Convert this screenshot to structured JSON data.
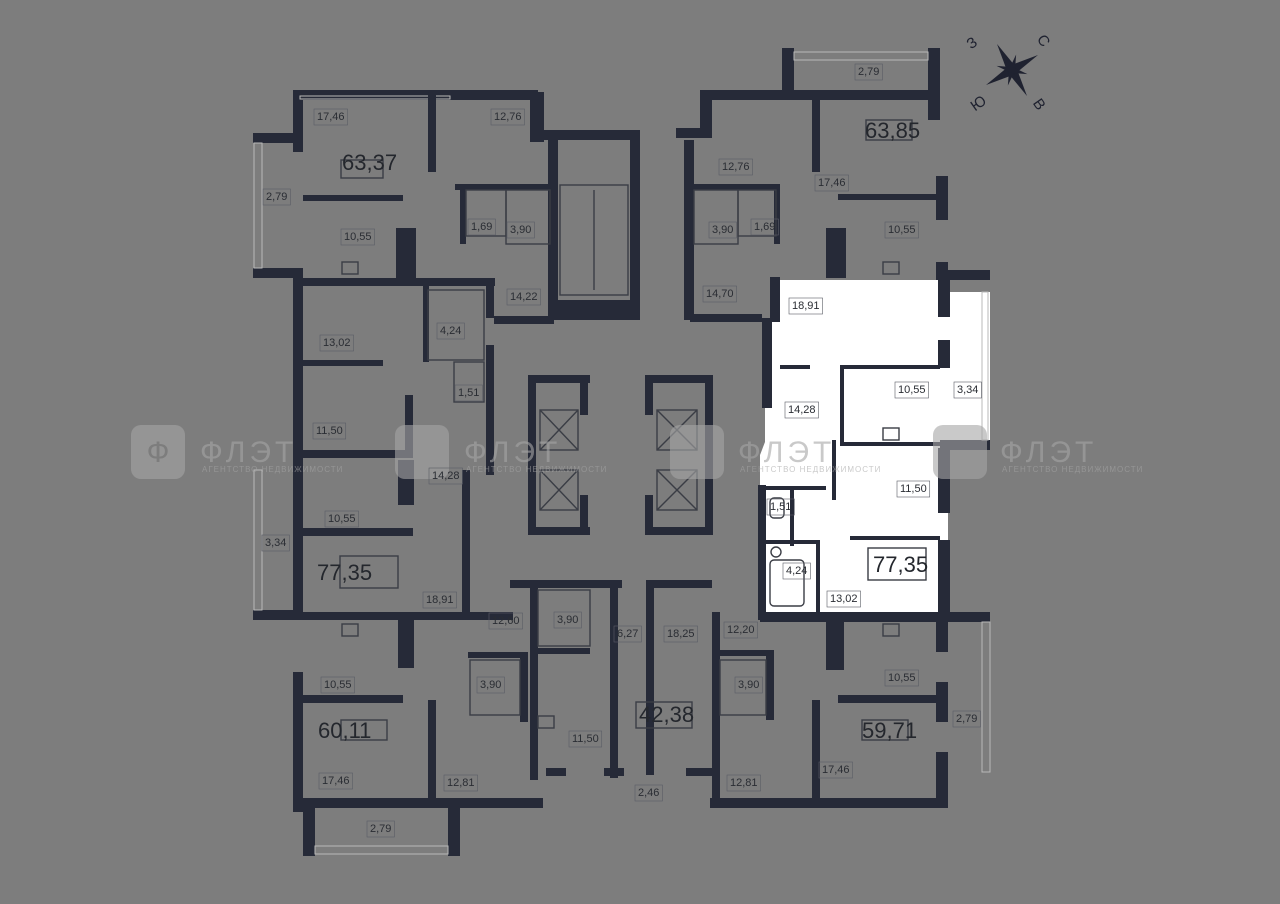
{
  "compass": {
    "n": "С",
    "w": "З",
    "s": "Ю",
    "e": "В"
  },
  "watermark": {
    "name": "ФЛЭТ",
    "tagline": "АГЕНТСТВО НЕДВИЖИМОСТИ",
    "logo_letter": "Ф"
  },
  "highlight_color": "#ffffff",
  "background_color": "#7d7d7d",
  "wall_color": "#262a38",
  "apartments": {
    "a1": "63,37",
    "a2": "63,85",
    "a3": "77,35",
    "a4": "77,35",
    "a5": "60,11",
    "a6": "42,38",
    "a7": "59,71"
  },
  "rooms": {
    "r01": "17,46",
    "r02": "12,76",
    "r03": "2,79",
    "r04": "1,69",
    "r05": "3,90",
    "r06": "10,55",
    "r07": "14,22",
    "r08": "13,02",
    "r09": "4,24",
    "r10": "1,51",
    "r11": "11,50",
    "r12": "14,28",
    "r13": "10,55",
    "r14": "3,34",
    "r15": "18,91",
    "r16": "12,60",
    "r17": "3,90",
    "r18": "6,27",
    "r19": "18,25",
    "r20": "12,20",
    "r21": "10,55",
    "r22": "3,90",
    "r23": "3,90",
    "r24": "10,55",
    "r25": "11,50",
    "r26": "17,46",
    "r27": "12,81",
    "r28": "2,46",
    "r29": "12,81",
    "r30": "17,46",
    "r31": "2,79",
    "r32": "2,79",
    "r33": "2,79",
    "r34": "12,76",
    "r35": "17,46",
    "r36": "3,90",
    "r37": "1,69",
    "r38": "10,55",
    "r39": "14,70",
    "r40": "18,91",
    "r41": "10,55",
    "r42": "3,34",
    "r43": "14,28",
    "r44": "11,50",
    "r45": "1,51",
    "r46": "4,24",
    "r47": "13,02"
  }
}
